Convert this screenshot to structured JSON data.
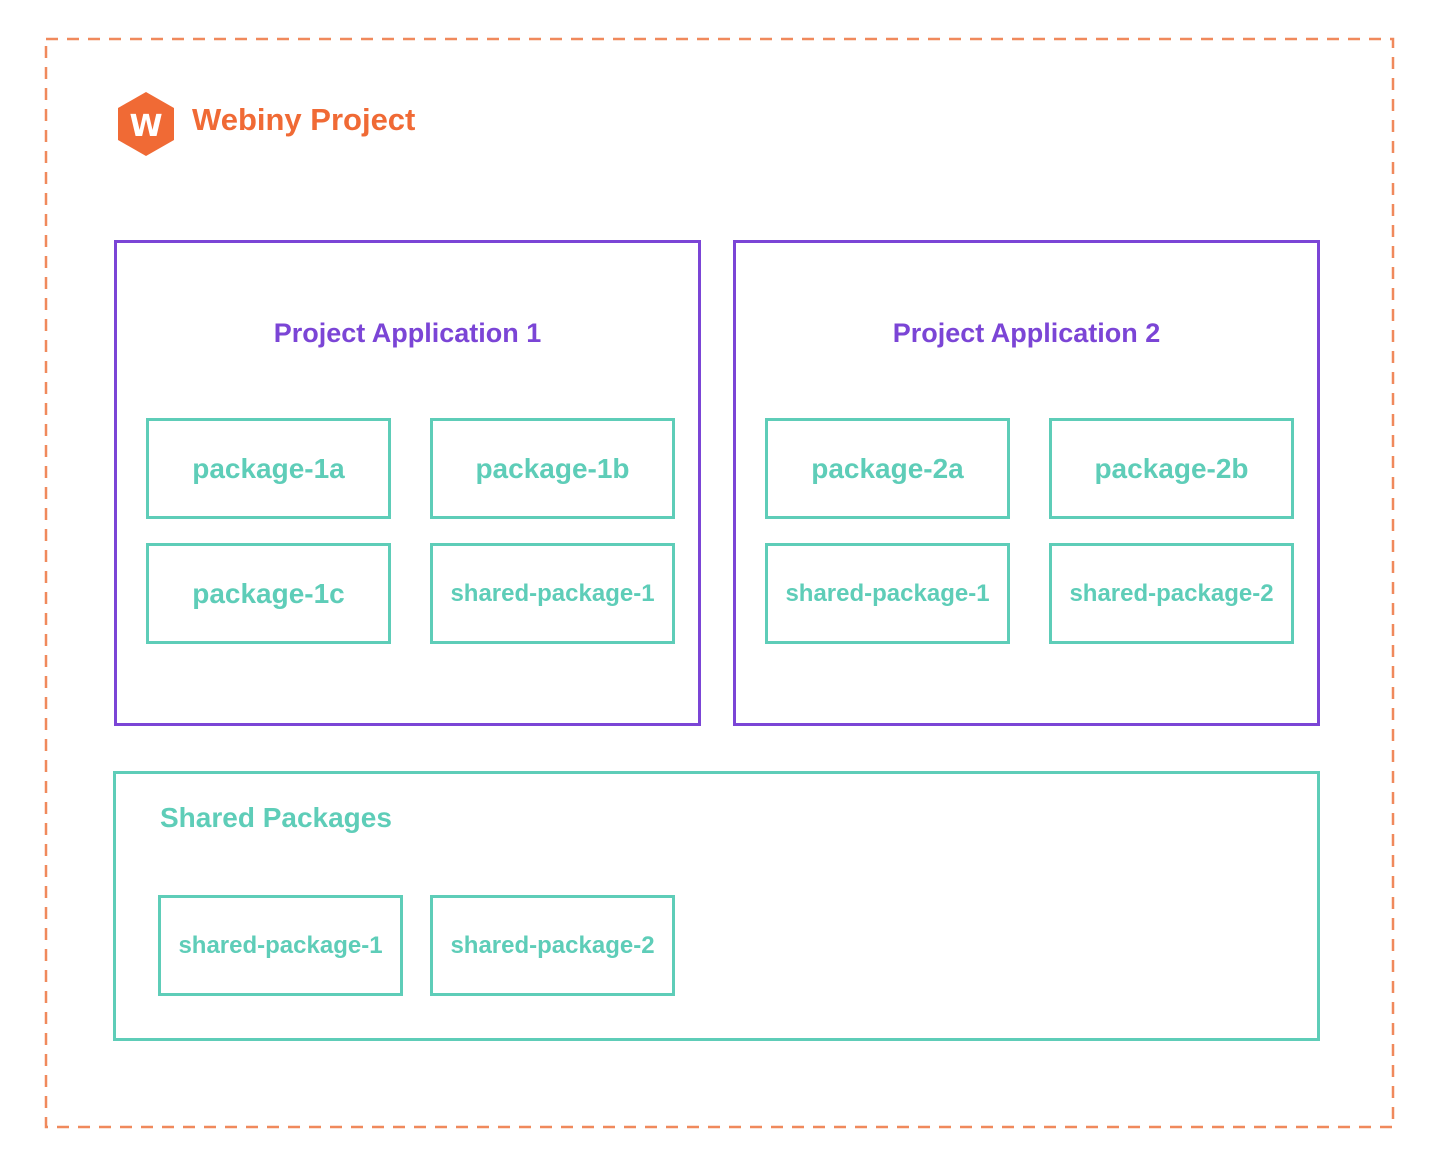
{
  "project": {
    "title": "Webiny Project",
    "logo_letter": "W",
    "border_color": "#f0895c",
    "accent_color": "#f06a35"
  },
  "applications": [
    {
      "title": "Project Application 1",
      "packages": [
        "package-1a",
        "package-1b",
        "package-1c",
        "shared-package-1"
      ]
    },
    {
      "title": "Project Application 2",
      "packages": [
        "package-2a",
        "package-2b",
        "shared-package-1",
        "shared-package-2"
      ]
    }
  ],
  "shared": {
    "title": "Shared Packages",
    "packages": [
      "shared-package-1",
      "shared-package-2"
    ]
  },
  "colors": {
    "application": "#7b45d6",
    "package": "#5ecdb8"
  }
}
